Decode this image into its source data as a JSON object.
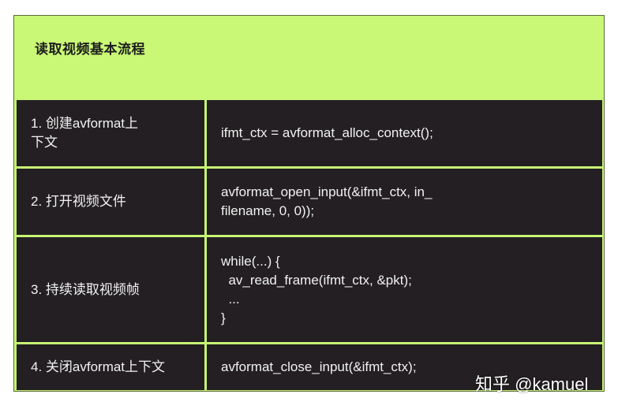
{
  "table": {
    "title": "读取视频基本流程",
    "rows": [
      {
        "step": "1. 创建avformat上\n下文",
        "code": "ifmt_ctx = avformat_alloc_context();"
      },
      {
        "step": "2. 打开视频文件",
        "code": "avformat_open_input(&ifmt_ctx, in_\nfilename, 0, 0));"
      },
      {
        "step": "3. 持续读取视频帧",
        "code": "while(...) {\n  av_read_frame(ifmt_ctx, &pkt);\n  ...\n}"
      },
      {
        "step": "4. 关闭avformat上下文",
        "code": "avformat_close_input(&ifmt_ctx);"
      }
    ]
  },
  "watermark": "知乎 @kamuel",
  "colors": {
    "header_bg": "#c9f776",
    "cell_bg": "#231f22",
    "border": "#c8f575",
    "text_light": "#f2f2f2"
  }
}
